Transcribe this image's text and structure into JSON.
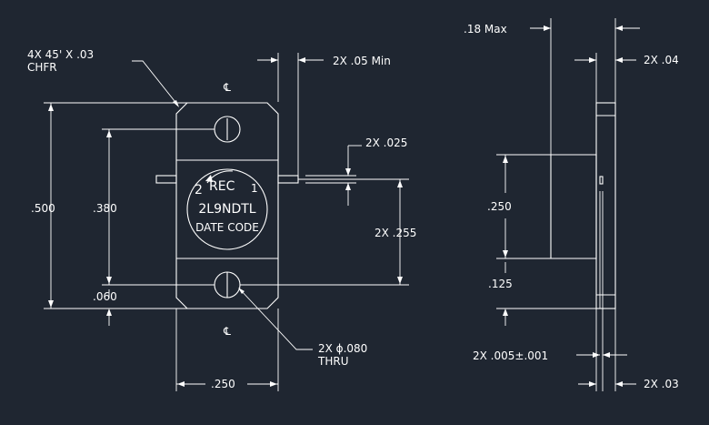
{
  "drawing": {
    "background": "#1f2631",
    "line_color": "#ffffff",
    "front_view": {
      "chamfer_callout": [
        "4X 45' X .03",
        "CHFR"
      ],
      "lead_offset_label": "2X .05 Min",
      "lead_thickness_label": "2X .025",
      "lead_height_label": "2X .255",
      "overall_height_label": ".500",
      "hole_spacing_label": ".380",
      "hole_edge_label": ".060",
      "width_label": ".250",
      "hole_callout": [
        "2X ϕ.080",
        "THRU"
      ],
      "centerline_symbol": "℄",
      "marking": {
        "line1_left": "2",
        "line1_mid": "REC",
        "line1_right": "1",
        "line2": "2L9NDTL",
        "line3": "DATE CODE"
      }
    },
    "side_view": {
      "max_label": ".18 Max",
      "tab_label": "2X .04",
      "height_label": ".250",
      "offset_label": ".125",
      "tolerance_label": "2X .005±.001",
      "lead_label": "2X .03"
    }
  }
}
